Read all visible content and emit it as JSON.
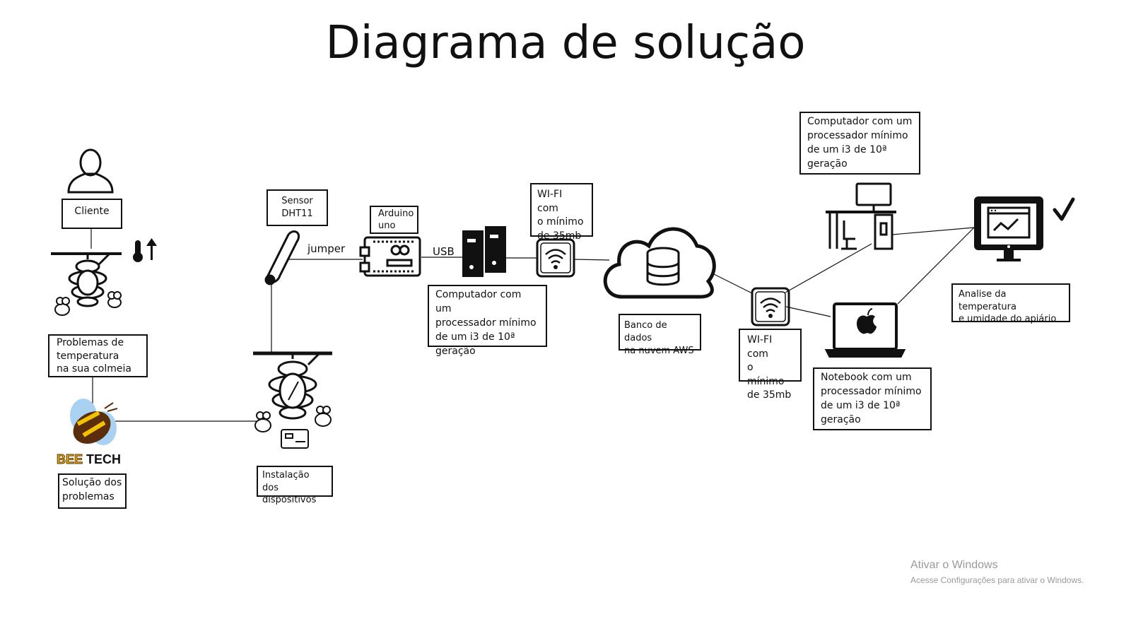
{
  "title": "Diagrama de solução",
  "labels": {
    "cliente": "Cliente",
    "problemas": "Problemas de\ntemperatura\nna sua colmeia",
    "solucao": "Solução dos\nproblemas",
    "instalacao": "Instalação dos\ndispositivos",
    "sensor": "Sensor\nDHT11",
    "arduino": "Arduino\nuno",
    "wifi1": "WI-FI com\no mínimo\nde 35mb",
    "computador1": "Computador com um\nprocessador mínimo\nde um i3 de 10ª\ngeração",
    "banco": "Banco de dados\nna nuvem AWS",
    "wifi2": "WI-FI com\no mínimo\nde 35mb",
    "computador2": "Computador com um\nprocessador mínimo\nde um i3 de 10ª\ngeração",
    "notebook": "Notebook com um\nprocessador mínimo\nde um i3 de 10ª\ngeração",
    "analise": "Analise da temperatura\ne umidade do apiário"
  },
  "connectors": {
    "jumper": "jumper",
    "usb": "USB"
  },
  "logo": {
    "bee": "BEE",
    "tech": "TECH"
  },
  "watermark": {
    "line1": "Ativar o Windows",
    "line2": "Acesse Configurações para ativar o Windows."
  },
  "icons": [
    "person-icon",
    "thermometer-up-icon",
    "beehive-icon",
    "bee-icon",
    "thermometer-icon",
    "arduino-icon",
    "server-icon",
    "wifi-icon",
    "cloud-database-icon",
    "desk-computer-icon",
    "laptop-apple-icon",
    "monitor-chart-icon",
    "checkmark-icon"
  ],
  "colors": {
    "line": "#111111",
    "bee_yellow": "#f2c200",
    "bee_brown": "#5a2d0c",
    "wing": "#a9d1f2",
    "watermark": "#9a9a9a"
  }
}
